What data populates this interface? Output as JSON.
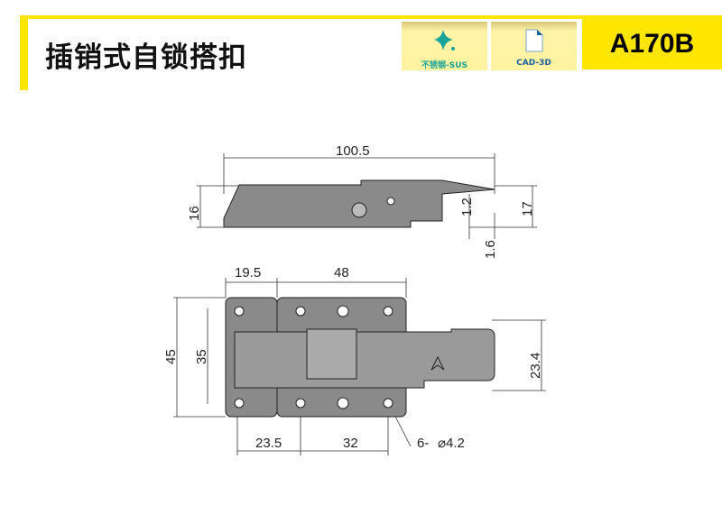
{
  "header": {
    "title": "插销式自锁搭扣",
    "model": "A170B",
    "badges": [
      {
        "label": "不锈钢-SUS",
        "icon": "sparkle-icon",
        "color": "#1aa398"
      },
      {
        "label": "CAD-3D",
        "icon": "file-icon",
        "color": "#1e5fa0"
      }
    ],
    "accent": "#ffe600"
  },
  "dimensions": {
    "overall_length": "100.5",
    "side_height": "16",
    "total_height": "17",
    "thickness_top": "1.2",
    "thickness_bottom": "1.6",
    "base_width": "19.5",
    "hook_plate_width": "48",
    "base_height": "45",
    "inner_height": "35",
    "hook_width": "23.4",
    "hole_spacing_base": "23.5",
    "hole_spacing_plate": "32",
    "holes": "6-",
    "hole_dia": "⌀4.2"
  }
}
